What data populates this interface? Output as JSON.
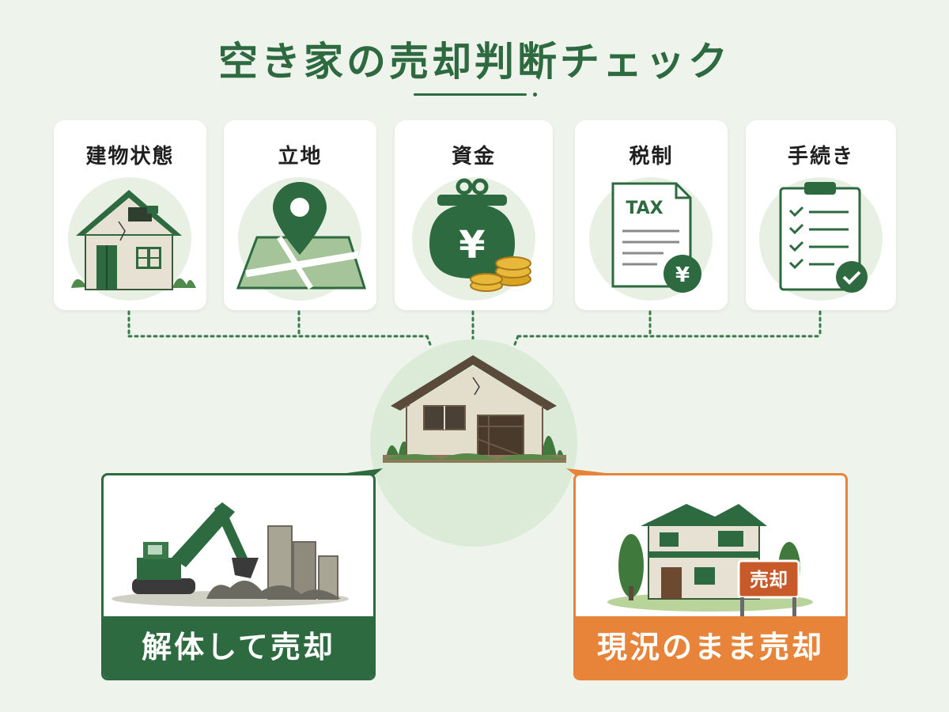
{
  "title": "空き家の売却判断チェック",
  "colors": {
    "accent_green": "#2d6a3f",
    "accent_orange": "#e8833a",
    "background": "#eef4ec"
  },
  "factors": [
    {
      "label": "建物状態",
      "icon": "damaged-house-icon"
    },
    {
      "label": "立地",
      "icon": "map-pin-icon"
    },
    {
      "label": "資金",
      "icon": "coin-purse-yen-icon"
    },
    {
      "label": "税制",
      "icon": "tax-document-icon"
    },
    {
      "label": "手続き",
      "icon": "checklist-clipboard-icon"
    }
  ],
  "center": {
    "icon": "vacant-house-icon"
  },
  "outcomes": [
    {
      "label": "解体して売却",
      "icon": "excavator-demolition-icon"
    },
    {
      "label": "現況のまま売却",
      "icon": "house-for-sale-icon",
      "sign_text": "売却"
    }
  ]
}
